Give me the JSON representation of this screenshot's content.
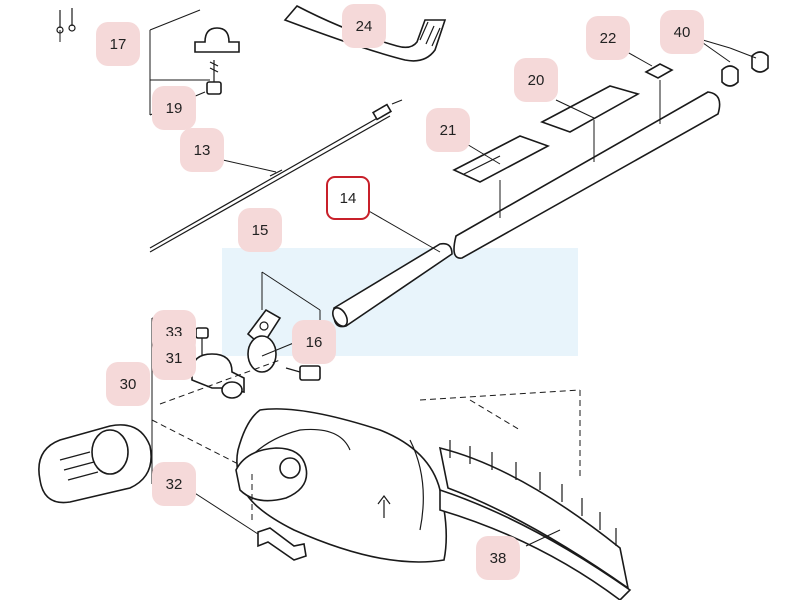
{
  "diagram": {
    "callouts": [
      {
        "key": "p17",
        "label": "17"
      },
      {
        "key": "p24",
        "label": "24"
      },
      {
        "key": "p22",
        "label": "22"
      },
      {
        "key": "p40",
        "label": "40"
      },
      {
        "key": "p19",
        "label": "19"
      },
      {
        "key": "p20",
        "label": "20"
      },
      {
        "key": "p21",
        "label": "21"
      },
      {
        "key": "p13",
        "label": "13"
      },
      {
        "key": "p14",
        "label": "14",
        "highlighted": true
      },
      {
        "key": "p15",
        "label": "15"
      },
      {
        "key": "p33",
        "label": "33"
      },
      {
        "key": "p31",
        "label": "31"
      },
      {
        "key": "p16",
        "label": "16"
      },
      {
        "key": "p30",
        "label": "30"
      },
      {
        "key": "p32",
        "label": "32"
      },
      {
        "key": "p38",
        "label": "38"
      }
    ],
    "highlight_color": "#c8202a",
    "callout_color": "#f5d9d9",
    "watermark_color": "#96cdeb"
  }
}
